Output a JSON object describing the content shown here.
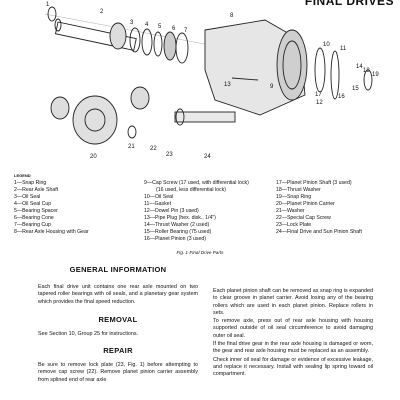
{
  "header": {
    "title": "FINAL DRIVES"
  },
  "diagram": {
    "callouts": [
      "1",
      "2",
      "3",
      "4",
      "5",
      "6",
      "7",
      "8",
      "9",
      "10",
      "11",
      "12",
      "13",
      "14",
      "15",
      "16",
      "17",
      "18",
      "19",
      "20",
      "21",
      "22",
      "23",
      "24"
    ]
  },
  "legend": {
    "title": "LEGEND",
    "columns": [
      [
        "1—Snap Ring",
        "2—Rear Axle Shaft",
        "3—Oil Seal",
        "4—Oil Seal Cup",
        "5—Bearing Spacer",
        "6—Bearing Cone",
        "7—Bearing Cup",
        "8—Rear Axle Housing with Gear"
      ],
      [
        "9—Cap Screw (17 used, with differential lock)",
        "(16 used, less differential lock)",
        "10—Oil Seal",
        "11—Gasket",
        "12—Dowel Pin (3 used)",
        "13—Pipe Plug (hex. disk., 1/4\")",
        "14—Thrust Washer (2 used)",
        "15—Roller Bearing (75 used)",
        "16—Planet Pinion (3 used)"
      ],
      [
        "17—Planet Pinion Shaft (3 used)",
        "18—Thrust Washer",
        "19—Snap Ring",
        "20—Planet Pinion Carrier",
        "21—Washer",
        "22—Special Cap Screw",
        "23—Lock Plate",
        "24—Final Drive and Sun Pinion Shaft"
      ]
    ]
  },
  "caption": "Fig. 1-Final Drive Parts",
  "sections": {
    "general_information": {
      "heading": "GENERAL INFORMATION",
      "body": "Each final drive unit contains one rear axle mounted on two tapered roller bearings with oil seals, and a planetary gear system which provides the final speed reduction."
    },
    "removal": {
      "heading": "REMOVAL",
      "body": "See Section 10, Group 25 for instructions."
    },
    "repair": {
      "heading": "REPAIR",
      "body": "Be sure to remove lock plate (23, Fig. 1) before attempting to remove cap screw (22). Remove planet pinion carrier assembly from splined end of rear axle"
    },
    "right_column": [
      "Each planet pinion shaft can be removed as snap ring is expanded to clear groove in planet carrier. Avoid losing any of the bearing rollers which are used in each planet pinion. Replace rollers in sets.",
      "To remove axle, press out of rear axle housing with housing supported outside of oil seal circumference to avoid damaging outer oil seal.",
      "If the final drive gear in the rear axle housing is damaged or worn, the gear and rear axle housing must be replaced as an assembly.",
      "Check inner oil seal for damage or evidence of excessive leakage, and replace it necessary. Install with sealing lip spring toward oil compartment."
    ]
  }
}
